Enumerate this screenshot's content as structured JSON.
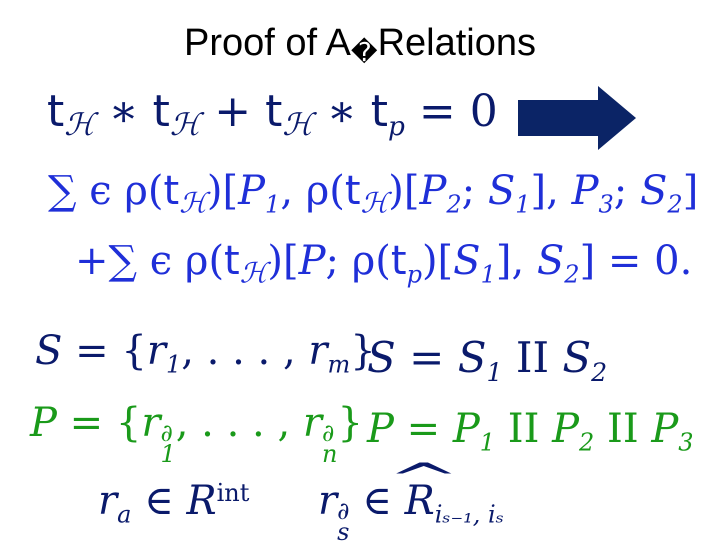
{
  "title": {
    "text": "Proof of A",
    "glyph": "�",
    "rest": "Relations"
  },
  "equations": {
    "main": {
      "t": "t",
      "H": "ℋ",
      "p": "p",
      "star": " ∗ ",
      "plus": " + ",
      "eq": " = 0"
    },
    "sum1": {
      "sum": "∑",
      "eps": " ϵ ",
      "rho": "ρ(",
      "tH": "t",
      "H": "ℋ",
      "a": ")[",
      "P1": "P",
      "one": "1",
      "comma": ", ",
      "rho2": "ρ(",
      "b": ")[",
      "P2": "P",
      "two": "2",
      "semi": "; ",
      "S1": "S",
      "c": "], ",
      "P3": "P",
      "three": "3",
      "d": "; ",
      "S2": "S",
      "e": "]"
    },
    "sum2": {
      "plus": "+",
      "sum": "∑",
      "eps": " ϵ ",
      "rho": "ρ(",
      "t": "t",
      "H": "ℋ",
      "a": ")[",
      "P": "P",
      "semi": "; ",
      "rho2": "ρ(",
      "t2": "t",
      "p": "p",
      "b": ")[",
      "S1": "S",
      "one": "1",
      "c": "], ",
      "S2": "S",
      "two": "2",
      "d": "] = 0."
    },
    "S_def": {
      "S": "S",
      "mid": " = {",
      "r": "r",
      "one": "1",
      "dots": ", . . . , ",
      "r2": "r",
      "m": "m",
      "end": "}"
    },
    "S_split": {
      "S": "S",
      "eq": " = ",
      "S1": "S",
      "one": "1",
      "II": " II ",
      "S2": "S",
      "two": "2"
    },
    "P_def": {
      "P": "P",
      "mid": " = {",
      "r": "r",
      "d": "∂",
      "one": "1",
      "dots": ", . . . , ",
      "r2": "r",
      "n": "n",
      "end": "}"
    },
    "P_split": {
      "P": "P",
      "eq": " = ",
      "P1": "P",
      "one": "1",
      "II1": " II ",
      "P2": "P",
      "two": "2",
      "II2": " II ",
      "P3": "P",
      "three": "3"
    },
    "ra": {
      "r": "r",
      "a": "a",
      "in": " ∈ ",
      "R": "R",
      "int": "int"
    },
    "rs": {
      "r": "r",
      "d": "∂",
      "s": "s",
      "in": " ∈ ",
      "R": "R",
      "sub": "iₛ₋₁, iₛ"
    }
  },
  "colors": {
    "navy": "#0a1a6b",
    "blue": "#1f2fd8",
    "green": "#1a9a1a",
    "arrow": "#0b2466"
  },
  "icons": {
    "arrow": "right-arrow-icon"
  }
}
